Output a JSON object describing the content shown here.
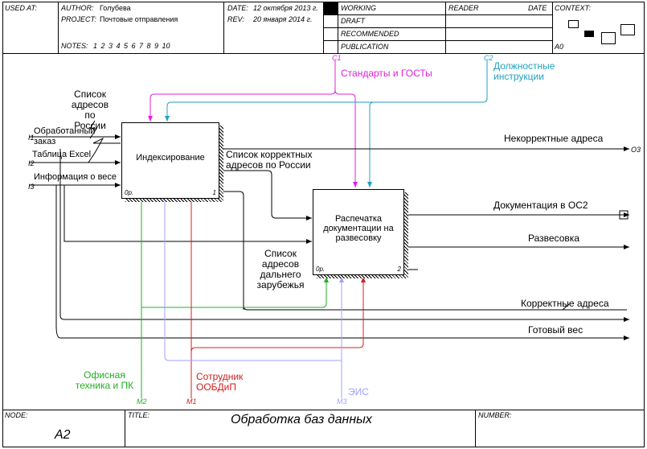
{
  "header": {
    "used_at_label": "USED AT:",
    "author_label": "AUTHOR:",
    "author_value": "Голубева",
    "project_label": "PROJECT:",
    "project_value": "Почтовые отправления",
    "notes_label": "NOTES:",
    "notes_value": "1  2  3  4  5  6  7  8  9  10",
    "date_label": "DATE:",
    "date_value": "12 октября 2013 г.",
    "rev_label": "REV:",
    "rev_value": "20 января 2014 г.",
    "status": [
      "WORKING",
      "DRAFT",
      "RECOMMENDED",
      "PUBLICATION"
    ],
    "reader_label": "READER",
    "date_col_label": "DATE",
    "context_label": "CONTEXT:",
    "context_node": "A0"
  },
  "footer": {
    "node_label": "NODE:",
    "node_value": "A2",
    "title_label": "TITLE:",
    "title_value": "Обработка баз данных",
    "number_label": "NUMBER:"
  },
  "boxes": [
    {
      "title": "Индексирование",
      "cost": "0р.",
      "number": "1"
    },
    {
      "title": "Распечатка документации на развесовку",
      "cost": "0р.",
      "number": "2"
    }
  ],
  "arrows": {
    "c1": {
      "code": "C1",
      "label": "Стандарты и ГОСТы"
    },
    "c2": {
      "code": "C2",
      "label": "Должностные инструкции"
    },
    "i1": {
      "code": "I1",
      "label": "Обработанный заказ"
    },
    "i2": {
      "code": "I2",
      "label": "Таблица Excel"
    },
    "i3": {
      "code": "I3",
      "label": "Информация о весе"
    },
    "o3": {
      "code": "O3",
      "label": "Некорректные адреса"
    },
    "m2": {
      "code": "M2",
      "label": "Офисная техника и ПК"
    },
    "m1": {
      "code": "M1",
      "label": "Сотрудник ООБДиП"
    },
    "m3": {
      "code": "M3",
      "label": "ЭИС"
    },
    "list_russia": "Список адресов по России",
    "list_correct": "Список корректных адресов по России",
    "list_abroad": "Список адресов дальнего зарубежья",
    "doc_os2": "Документация в ОС2",
    "weighing": "Развесовка",
    "correct_addresses": "Корректные адреса",
    "ready_weight": "Готовый вес"
  },
  "colors": {
    "c1": "#e020e0",
    "c2": "#20a0c0",
    "m2": "#20b020",
    "m1": "#d02020",
    "m3": "#a0a0ff"
  }
}
